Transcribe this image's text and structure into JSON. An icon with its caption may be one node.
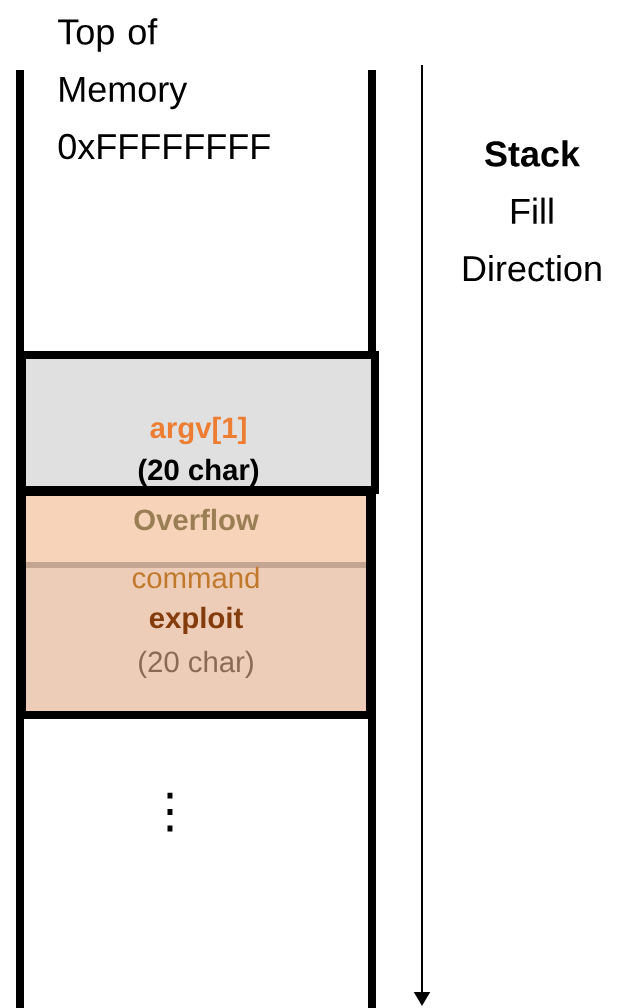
{
  "diagram": {
    "nodes": [
      {
        "text": [
          "argv[1]",
          "(20 char)"
        ]
      },
      {
        "text": [
          "Overflow",
          "command",
          "exploit",
          "(20 char)"
        ]
      }
    ],
    "labels": [
      "Top of Memory 0xFFFFFFFF",
      "**Stack** Fill Direction",
      "⋮"
    ]
  }
}
